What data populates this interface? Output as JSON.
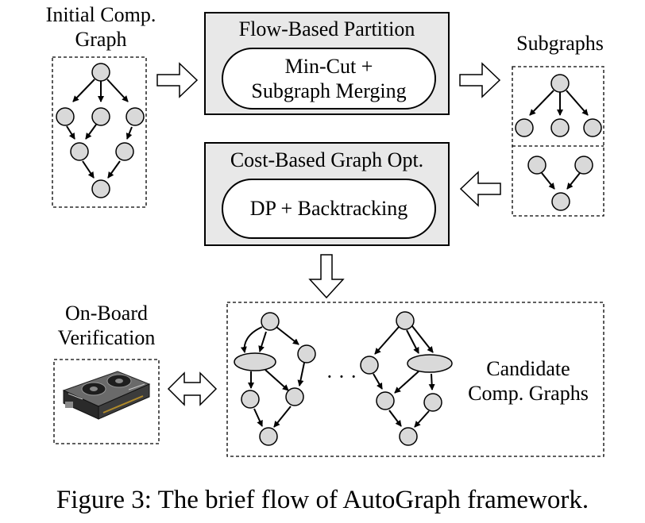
{
  "initial_graph": {
    "line1": "Initial Comp.",
    "line2": "Graph"
  },
  "partition": {
    "title": "Flow-Based Partition",
    "method_line1": "Min-Cut +",
    "method_line2": "Subgraph Merging"
  },
  "subgraphs_label": "Subgraphs",
  "optimization": {
    "title": "Cost-Based Graph Opt.",
    "method": "DP + Backtracking"
  },
  "verification": {
    "line1": "On-Board",
    "line2": "Verification"
  },
  "candidates": {
    "line1": "Candidate",
    "line2": "Comp. Graphs",
    "ellipsis": "· · ·"
  },
  "caption": "Figure 3: The brief flow of AutoGraph framework.",
  "colors": {
    "node_fill": "#d9d9d9",
    "box_fill": "#e8e8e8",
    "stroke": "#000000"
  },
  "icons": {
    "hardware": "gpu-card-icon"
  }
}
